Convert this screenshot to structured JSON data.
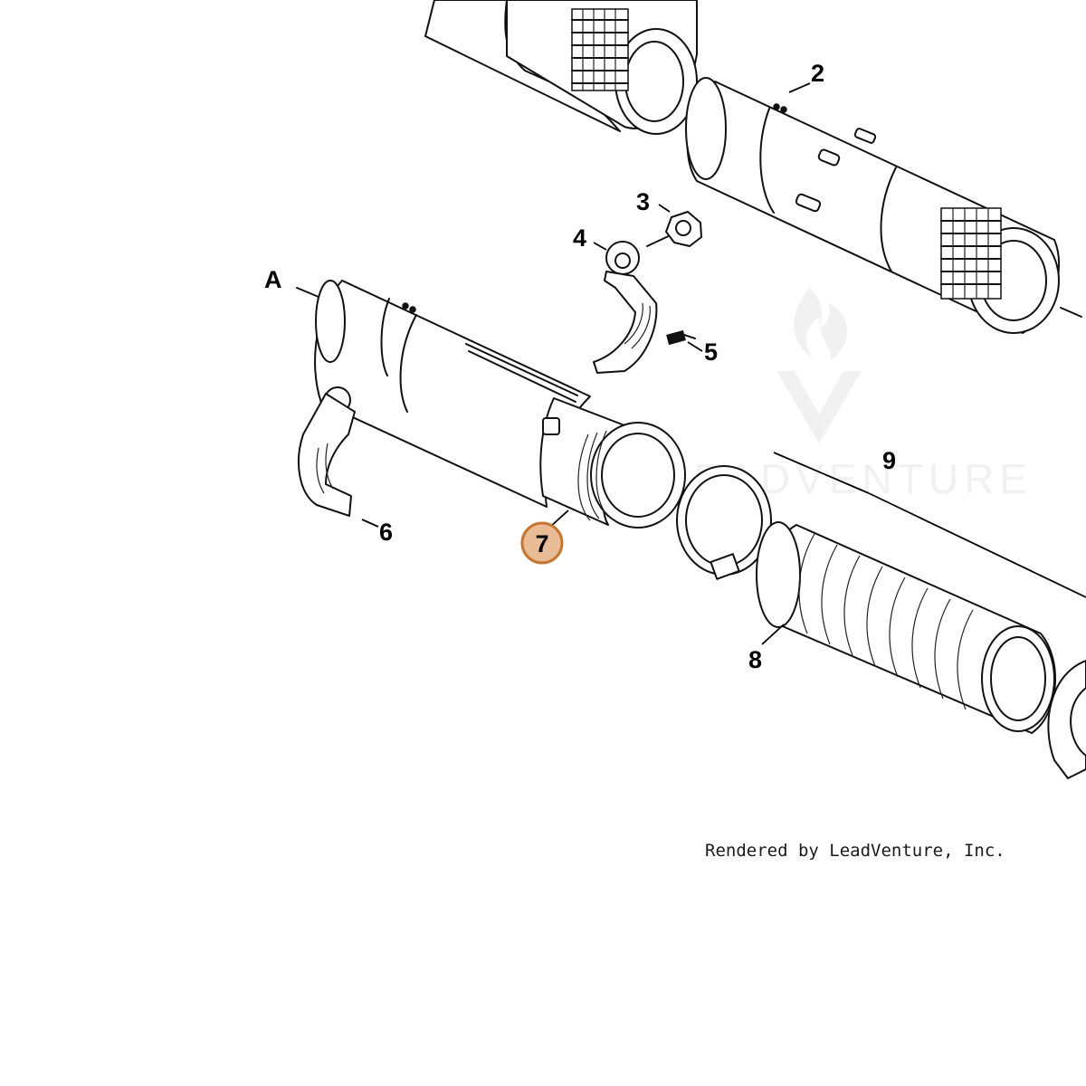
{
  "diagram": {
    "callouts": {
      "c2": "2",
      "c3": "3",
      "c4": "4",
      "c5": "5",
      "c6": "6",
      "c7": "7",
      "c8": "8",
      "c9": "9",
      "cA": "A"
    },
    "selected_callout": "7",
    "credit": "Rendered by LeadVenture, Inc.",
    "watermark": "LEADVENTURE"
  },
  "colors": {
    "selected_fill": "#E8BC94",
    "selected_stroke": "#C8752B",
    "watermark": "#E4E4E4",
    "line": "#111111"
  }
}
